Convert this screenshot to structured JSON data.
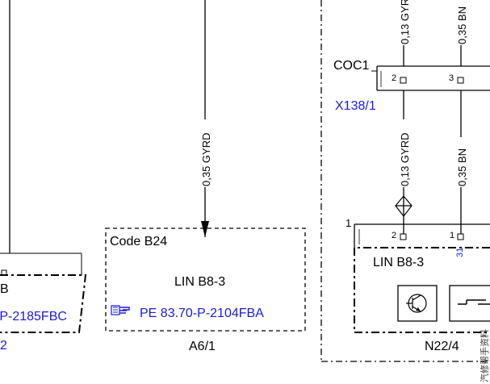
{
  "colors": {
    "line": "#000000",
    "link": "#1a1adb",
    "watermark": "#333333"
  },
  "wires": {
    "a6_wire": "0,35 GYRD",
    "top_gyrd": "0,13 GYRD",
    "top_bn": "0,35 BN",
    "mid_gyrd": "0,13 GYRD",
    "mid_bn": "0,35 BN"
  },
  "left_box": {
    "fragment_label": "B",
    "ref_link": "-P-2185FBC",
    "bottom_number": "2"
  },
  "a6_box": {
    "code": "Code B24",
    "lin": "LIN B8-3",
    "ref_icon": "pointing-hand-icon",
    "ref_link": "PE 83.70-P-2104FBA",
    "name": "A6/1"
  },
  "connector": {
    "name": "COC1",
    "pin_a": "2",
    "pin_b": "3",
    "id": "X138/1"
  },
  "n22_box": {
    "number": "1",
    "pin_a": "2",
    "pin_b": "1",
    "pin_blue": "31",
    "lin": "LIN B8-3",
    "name": "N22/4",
    "transistor_icon": "transistor-icon",
    "switch_icon": "switch-icon"
  },
  "watermark": "汽修帮手资料"
}
